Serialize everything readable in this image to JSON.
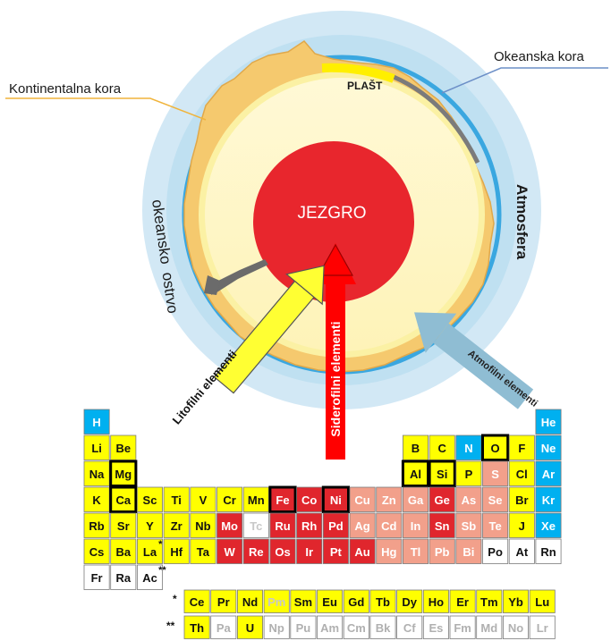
{
  "labels": {
    "continental_crust": "Kontinentalna kora",
    "oceanic_crust": "Okeanska kora",
    "mantle": "PLAŠT",
    "core": "JEZGRO",
    "atmosphere": "Atmosfera",
    "ocean_island": "okeansko  ostrvo",
    "lithophile": "Litofilni elementi",
    "siderophile": "Siderofilni elementi",
    "atmophile": "Atmofilni elementi"
  },
  "colors": {
    "atmosphere": "#cfe6f4",
    "atmosphere_inner": "#b6dbef",
    "crust": "#f5c96e",
    "mantle": "#fdf6c6",
    "mantle_outer": "#f9ec9a",
    "core": "#e8262d",
    "ocean": "#3aa7e0",
    "lithophile_arrow": "#ffff33",
    "siderophile_arrow": "#ff0000",
    "atmophile_arrow": "#8fbdd3",
    "group_lithophile": "#ffff00",
    "group_atmophile": "#00b0f0",
    "group_siderophile": "#e0262d",
    "group_chalcophile": "#f2a08b",
    "group_other": "#ffffff"
  },
  "periodic_table": {
    "rows": [
      [
        {
          "s": "H",
          "c": "a"
        },
        {
          "s": "He",
          "c": "a"
        }
      ],
      [
        {
          "s": "Li",
          "c": "l"
        },
        {
          "s": "Be",
          "c": "l"
        },
        {
          "s": "B",
          "c": "l"
        },
        {
          "s": "C",
          "c": "l"
        },
        {
          "s": "N",
          "c": "a"
        },
        {
          "s": "O",
          "c": "l",
          "b": true
        },
        {
          "s": "F",
          "c": "l"
        },
        {
          "s": "Ne",
          "c": "a"
        }
      ],
      [
        {
          "s": "Na",
          "c": "l"
        },
        {
          "s": "Mg",
          "c": "l",
          "b": true
        },
        {
          "s": "Al",
          "c": "l",
          "b": true
        },
        {
          "s": "Si",
          "c": "l",
          "b": true
        },
        {
          "s": "P",
          "c": "l"
        },
        {
          "s": "S",
          "c": "c"
        },
        {
          "s": "Cl",
          "c": "l"
        },
        {
          "s": "Ar",
          "c": "a"
        }
      ],
      [
        {
          "s": "K",
          "c": "l"
        },
        {
          "s": "Ca",
          "c": "l",
          "b": true
        },
        {
          "s": "Sc",
          "c": "l"
        },
        {
          "s": "Ti",
          "c": "l"
        },
        {
          "s": "V",
          "c": "l"
        },
        {
          "s": "Cr",
          "c": "l"
        },
        {
          "s": "Mn",
          "c": "l"
        },
        {
          "s": "Fe",
          "c": "s",
          "b": true
        },
        {
          "s": "Co",
          "c": "s"
        },
        {
          "s": "Ni",
          "c": "s",
          "b": true
        },
        {
          "s": "Cu",
          "c": "c"
        },
        {
          "s": "Zn",
          "c": "c"
        },
        {
          "s": "Ga",
          "c": "c"
        },
        {
          "s": "Ge",
          "c": "s"
        },
        {
          "s": "As",
          "c": "c"
        },
        {
          "s": "Se",
          "c": "c"
        },
        {
          "s": "Br",
          "c": "l"
        },
        {
          "s": "Kr",
          "c": "a"
        }
      ],
      [
        {
          "s": "Rb",
          "c": "l"
        },
        {
          "s": "Sr",
          "c": "l"
        },
        {
          "s": "Y",
          "c": "l"
        },
        {
          "s": "Zr",
          "c": "l"
        },
        {
          "s": "Nb",
          "c": "l"
        },
        {
          "s": "Mo",
          "c": "s"
        },
        {
          "s": "Tc",
          "c": "g"
        },
        {
          "s": "Ru",
          "c": "s"
        },
        {
          "s": "Rh",
          "c": "s"
        },
        {
          "s": "Pd",
          "c": "s"
        },
        {
          "s": "Ag",
          "c": "c"
        },
        {
          "s": "Cd",
          "c": "c"
        },
        {
          "s": "In",
          "c": "c"
        },
        {
          "s": "Sn",
          "c": "s"
        },
        {
          "s": "Sb",
          "c": "c"
        },
        {
          "s": "Te",
          "c": "c"
        },
        {
          "s": "J",
          "c": "l"
        },
        {
          "s": "Xe",
          "c": "a"
        }
      ],
      [
        {
          "s": "Cs",
          "c": "l"
        },
        {
          "s": "Ba",
          "c": "l"
        },
        {
          "s": "La",
          "c": "l",
          "m": "*"
        },
        {
          "s": "Hf",
          "c": "l"
        },
        {
          "s": "Ta",
          "c": "l"
        },
        {
          "s": "W",
          "c": "s"
        },
        {
          "s": "Re",
          "c": "s"
        },
        {
          "s": "Os",
          "c": "s"
        },
        {
          "s": "Ir",
          "c": "s"
        },
        {
          "s": "Pt",
          "c": "s"
        },
        {
          "s": "Au",
          "c": "s"
        },
        {
          "s": "Hg",
          "c": "c"
        },
        {
          "s": "Tl",
          "c": "c"
        },
        {
          "s": "Pb",
          "c": "c"
        },
        {
          "s": "Bi",
          "c": "c"
        },
        {
          "s": "Po",
          "c": "o"
        },
        {
          "s": "At",
          "c": "o"
        },
        {
          "s": "Rn",
          "c": "o"
        }
      ],
      [
        {
          "s": "Fr",
          "c": "o"
        },
        {
          "s": "Ra",
          "c": "o"
        },
        {
          "s": "Ac",
          "c": "o",
          "m": "**"
        }
      ]
    ],
    "lanthanides_marker": "*",
    "lanthanides": [
      {
        "s": "Ce",
        "c": "l"
      },
      {
        "s": "Pr",
        "c": "l"
      },
      {
        "s": "Nd",
        "c": "l"
      },
      {
        "s": "Pm",
        "c": "lg"
      },
      {
        "s": "Sm",
        "c": "l"
      },
      {
        "s": "Eu",
        "c": "l"
      },
      {
        "s": "Gd",
        "c": "l"
      },
      {
        "s": "Tb",
        "c": "l"
      },
      {
        "s": "Dy",
        "c": "l"
      },
      {
        "s": "Ho",
        "c": "l"
      },
      {
        "s": "Er",
        "c": "l"
      },
      {
        "s": "Tm",
        "c": "l"
      },
      {
        "s": "Yb",
        "c": "l"
      },
      {
        "s": "Lu",
        "c": "l"
      }
    ],
    "actinides_marker": "**",
    "actinides": [
      {
        "s": "Th",
        "c": "l"
      },
      {
        "s": "Pa",
        "c": "og"
      },
      {
        "s": "U",
        "c": "l"
      },
      {
        "s": "Np",
        "c": "og"
      },
      {
        "s": "Pu",
        "c": "og"
      },
      {
        "s": "Am",
        "c": "og"
      },
      {
        "s": "Cm",
        "c": "og"
      },
      {
        "s": "Bk",
        "c": "og"
      },
      {
        "s": "Cf",
        "c": "og"
      },
      {
        "s": "Es",
        "c": "og"
      },
      {
        "s": "Fm",
        "c": "og"
      },
      {
        "s": "Md",
        "c": "og"
      },
      {
        "s": "No",
        "c": "og"
      },
      {
        "s": "Lr",
        "c": "og"
      }
    ]
  }
}
